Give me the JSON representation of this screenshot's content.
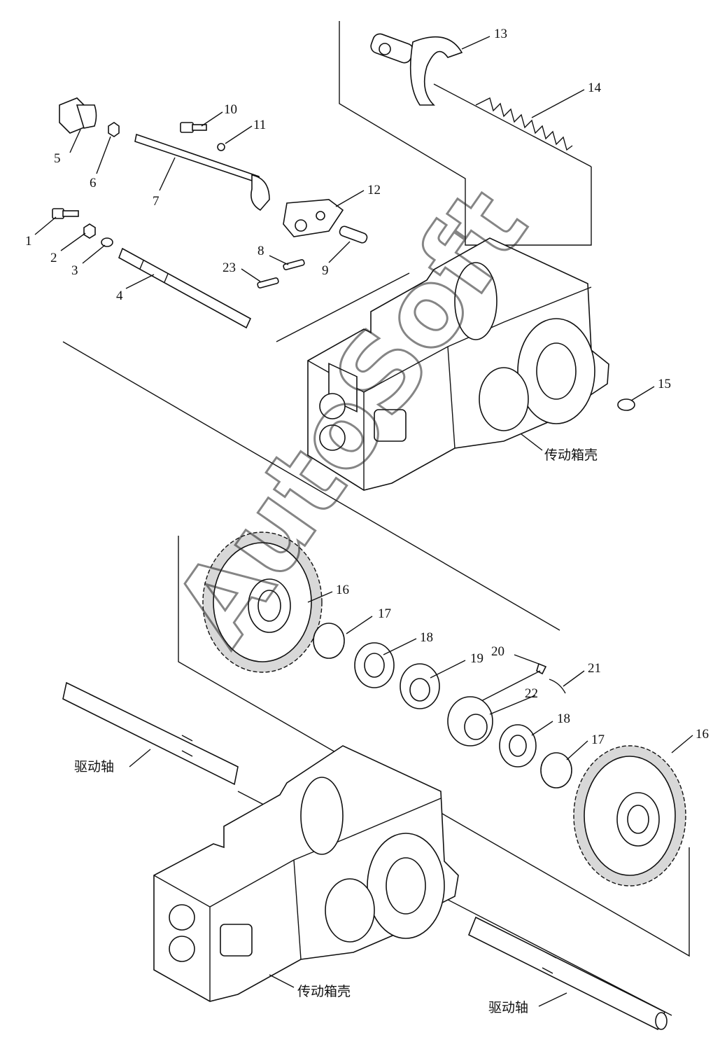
{
  "labels": {
    "p1": "1",
    "p2": "2",
    "p3": "3",
    "p4": "4",
    "p5": "5",
    "p6": "6",
    "p7": "7",
    "p8": "8",
    "p9": "9",
    "p10": "10",
    "p11": "11",
    "p12": "12",
    "p13": "13",
    "p14": "14",
    "p15": "15",
    "p16a": "16",
    "p16b": "16",
    "p17a": "17",
    "p17b": "17",
    "p18a": "18",
    "p18b": "18",
    "p19": "19",
    "p20": "20",
    "p21": "21",
    "p22": "22",
    "p23": "23",
    "housing_top": "传动箱壳",
    "housing_bottom": "传动箱壳",
    "shaft_left": "驱动轴",
    "shaft_bottom": "驱动轴"
  },
  "watermark": "AutoSoft"
}
